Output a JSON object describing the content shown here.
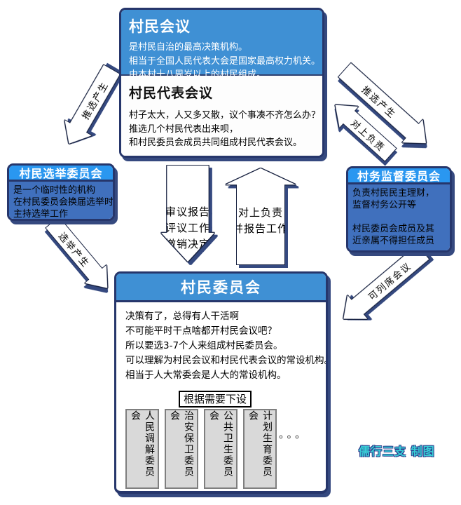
{
  "colors": {
    "header_blue": "#3f90d4",
    "side_header_blue": "#2a97f0",
    "side_body_blue": "#4070bd",
    "border_navy": "#26366b",
    "shadow_navy": "#35497f",
    "gray_box": "#d9d9d9",
    "gray_box_border": "#7f7f7f",
    "arrow_fill": "#ffffff",
    "credit_cyan": "#38ced6"
  },
  "boxes": {
    "villagers_meeting": {
      "title": "村民会议",
      "lines": [
        "是村民自治的最高决策机构。",
        "相当于全国人民代表大会是国家最高权力机关。",
        "由本村十八周岁以上的村民组成。"
      ],
      "sub_title": "村民代表会议",
      "sub_lines": [
        "村子太大，人又多又散，议个事凑不齐怎么办？",
        "推选几个村民代表出来呗，",
        "和村民委员会成员共同组成村民代表会议。"
      ]
    },
    "election_committee": {
      "title": "村民选举委员会",
      "lines": [
        "是一个临时性的机构",
        "在村民委员会换届选举时",
        "主持选举工作"
      ]
    },
    "supervision_committee": {
      "title": "村务监督委员会",
      "lines": [
        "负责村民民主理财，",
        "监督村务公开等",
        "",
        "村民委员会成员及其",
        "近亲属不得担任成员"
      ]
    },
    "village_committee": {
      "title": "村民委员会",
      "lines": [
        "决策有了，总得有人干活啊",
        "不可能平时干点啥都开村民会议吧？",
        "所以要选3-7个人来组成村民委员会。",
        "可以理解为村民会议和村民代表会议的常设机构。",
        "相当于人大常委会是人大的常设机构。"
      ],
      "subset_label": "根据需要下设",
      "sub_committees": [
        "人民调解委员会",
        "治安保卫委员会",
        "公共卫生委员会",
        "计划生育委员会"
      ],
      "more_dots": "。。。"
    }
  },
  "arrows": {
    "nominate_left": "推选产生",
    "nominate_right": "推选产生",
    "accountable_up": "对上负责",
    "review_down": [
      "审议报告",
      "评议工作",
      "撤销决定"
    ],
    "report_up": [
      "对上负责",
      "并报告工作"
    ],
    "elect": "选举产生",
    "attend": "可列席会议"
  },
  "credit": "儒行三支 制图"
}
